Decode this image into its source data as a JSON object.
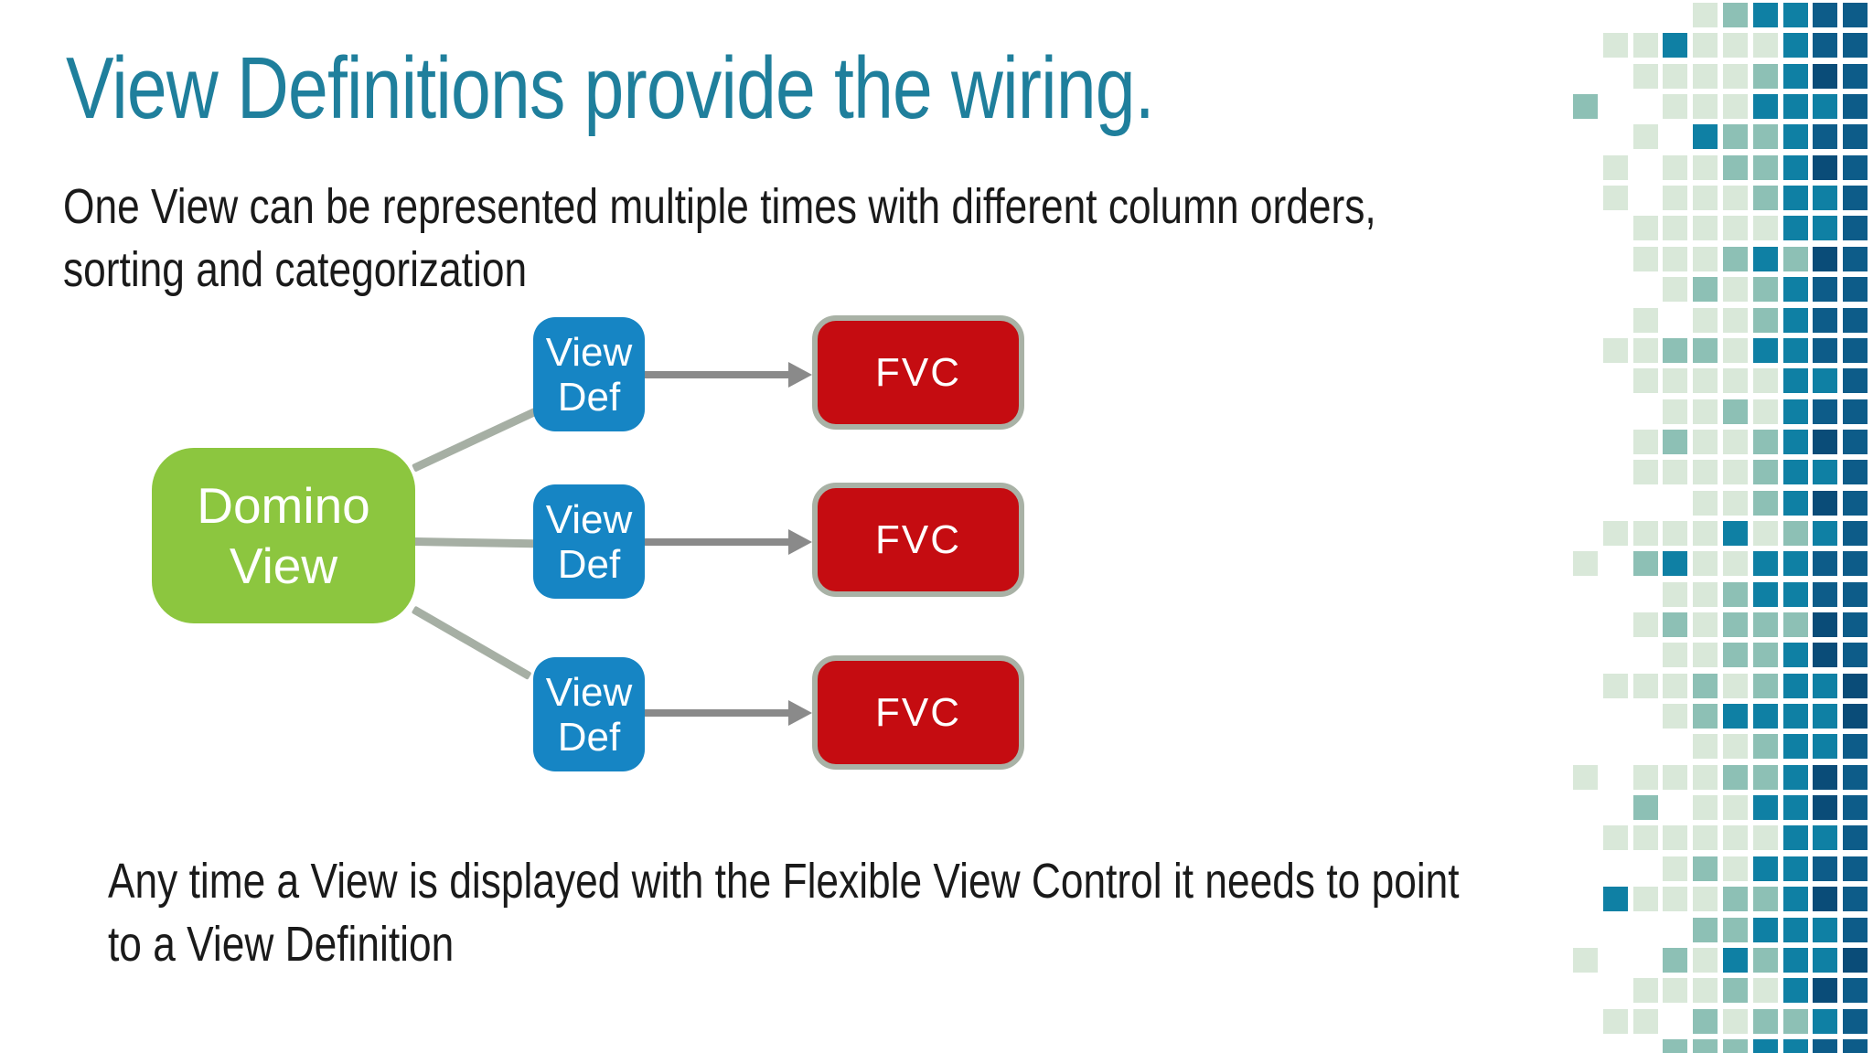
{
  "slide": {
    "title": "View Definitions provide the wiring.",
    "subtitle": {
      "lines": [
        "One View can be represented multiple times with different column orders,",
        "sorting and categorization"
      ]
    },
    "footer": {
      "lines": [
        "Any time a View is displayed with the Flexible View Control it needs to point",
        "to a View Definition"
      ]
    }
  },
  "diagram": {
    "domino": {
      "lines": [
        "Domino",
        "View"
      ],
      "color": "#8CC63F"
    },
    "view_def_color": "#1685C4",
    "view_defs": [
      {
        "lines": [
          "View",
          "Def"
        ]
      },
      {
        "lines": [
          "View",
          "Def"
        ]
      },
      {
        "lines": [
          "View",
          "Def"
        ]
      }
    ],
    "fvc_color": "#C50C11",
    "fvc_border_color": "#A9B2A6",
    "fvcs": [
      {
        "label": "FVC"
      },
      {
        "label": "FVC"
      },
      {
        "label": "FVC"
      }
    ],
    "connector_color": "#A6AFA4",
    "arrow_color": "#8A8A8A"
  },
  "colors": {
    "title_text": "#1F7F9C",
    "body_text": "#1A1A1A",
    "background": "#FFFFFF"
  },
  "mosaic": {
    "palette": {
      "P": "#D9E8D9",
      "M": "#8DC0B5",
      "T": "#0F80A4",
      "D": "#0D5C89",
      "N": "#0A4C78"
    },
    "rows": [
      "....PMTTDD",
      ".PPTPPPTDD",
      "..PPPPMTND",
      "M..PPPTTTD",
      "..P.TMMTDD",
      ".P.PPMMTND",
      ".P.PPPMTTD",
      "..PPPPPTTD",
      "..PPPMTMND",
      "...PMPMTDD",
      "..P.PPMTDD",
      ".PPMMPTTDD",
      "..PPPPPTTD",
      "...PPMPTDD",
      "..PMPPMTND",
      "..PPPPMTTD",
      "....PPMTND",
      ".PPPPTPMTD",
      "P.MTPPTTDD",
      "...PPMTTDD",
      "..PMPMMMND",
      "...PPMMTND",
      ".PPPMPMTTN",
      "...PMTTTTN",
      "....PPMTTD",
      "P.PPPMMTND",
      "..M.PPTTND",
      ".PPPPPPTTD",
      "...PMPTTDD",
      ".TPPPMMTND",
      "....MMTTTD",
      "P..MPTMTTN",
      "..PPPMPTND",
      ".PP.MPMMTD",
      "...MMMTTDD"
    ]
  }
}
